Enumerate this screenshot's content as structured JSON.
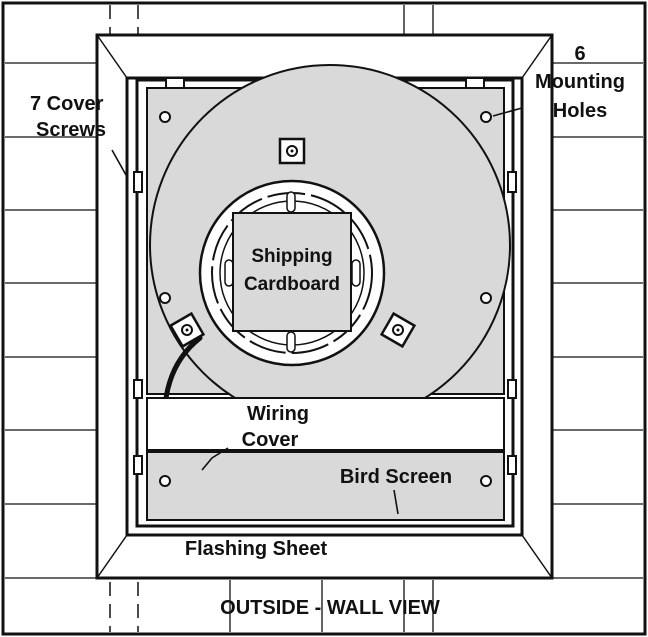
{
  "labels": {
    "cover_screws_line1": "7 Cover",
    "cover_screws_line2": "Screws",
    "mounting_holes_line1": "6",
    "mounting_holes_line2": "Mounting",
    "mounting_holes_line3": "Holes",
    "shipping_line1": "Shipping",
    "shipping_line2": "Cardboard",
    "wiring_line1": "Wiring",
    "wiring_line2": "Cover",
    "bird_screen": "Bird Screen",
    "flashing_sheet": "Flashing Sheet",
    "caption": "OUTSIDE - WALL VIEW"
  },
  "colors": {
    "ink": "#111111",
    "panel": "#d9d9d9",
    "paper": "#ffffff"
  }
}
